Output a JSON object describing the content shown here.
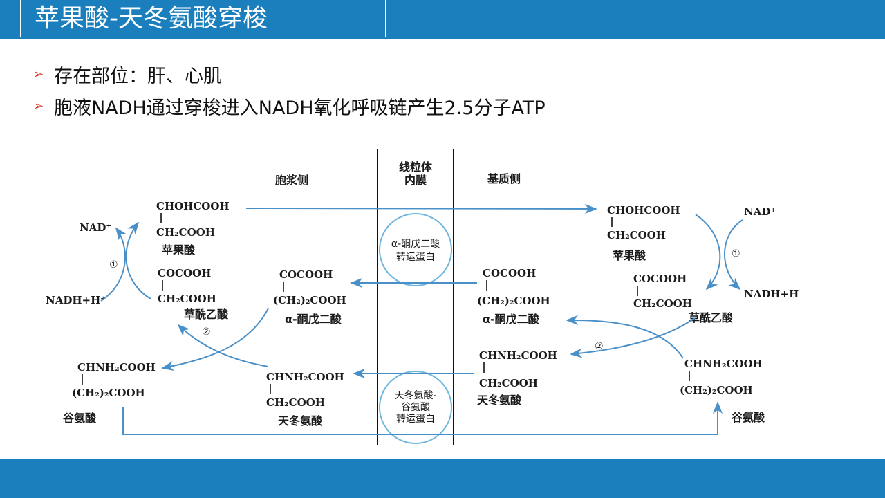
{
  "title": "苹果酸-天冬氨酸穿梭",
  "bullets": [
    "存在部位：肝、心肌",
    "胞液NADH通过穿梭进入NADH氧化呼吸链产生2.5分子ATP"
  ],
  "diagram": {
    "header_left": "胞浆侧",
    "header_mid_line1": "线粒体",
    "header_mid_line2": "内膜",
    "header_right": "基质侧",
    "left": {
      "nad_plus": "NAD⁺",
      "nadh": "NADH+H⁺",
      "step1": "①",
      "step2": "②",
      "malate_line1": "CHOHCOOH",
      "malate_line2": "CH₂COOH",
      "malate_name": "苹果酸",
      "oaa_line1": "COCOOH",
      "oaa_line2": "CH₂COOH",
      "oaa_name": "草酰乙酸",
      "akg_line1": "COCOOH",
      "akg_line2": "(CH₂)₂COOH",
      "akg_name": "α-酮戊二酸",
      "glu_line1": "CHNH₂COOH",
      "glu_line2": "(CH₂)₂COOH",
      "glu_name": "谷氨酸",
      "asp_line1": "CHNH₂COOH",
      "asp_line2": "CH₂COOH",
      "asp_name": "天冬氨酸"
    },
    "membrane": {
      "carrier1_line1": "α-酮戊二酸",
      "carrier1_line2": "转运蛋白",
      "carrier2_line1": "天冬氨酸-",
      "carrier2_line2": "谷氨酸",
      "carrier2_line3": "转运蛋白"
    },
    "right": {
      "nad_plus": "NAD⁺",
      "nadh": "NADH+H",
      "step1": "①",
      "step2": "②",
      "malate_line1": "CHOHCOOH",
      "malate_line2": "CH₂COOH",
      "malate_name": "苹果酸",
      "oaa_line1": "COCOOH",
      "oaa_line2": "CH₂COOH",
      "oaa_name": "草酰乙酸",
      "akg_line1": "COCOOH",
      "akg_line2": "(CH₂)₂COOH",
      "akg_name": "α-酮戊二酸",
      "asp_line1": "CHNH₂COOH",
      "asp_line2": "CH₂COOH",
      "asp_name": "天冬氨酸",
      "glu_line1": "CHNH₂COOH",
      "glu_line2": "(CH₂)₂COOH",
      "glu_name": "谷氨酸"
    }
  },
  "colors": {
    "bar": "#1b7fbd",
    "arrow": "#4a90c8",
    "bullet_arrow": "#e02b20"
  }
}
